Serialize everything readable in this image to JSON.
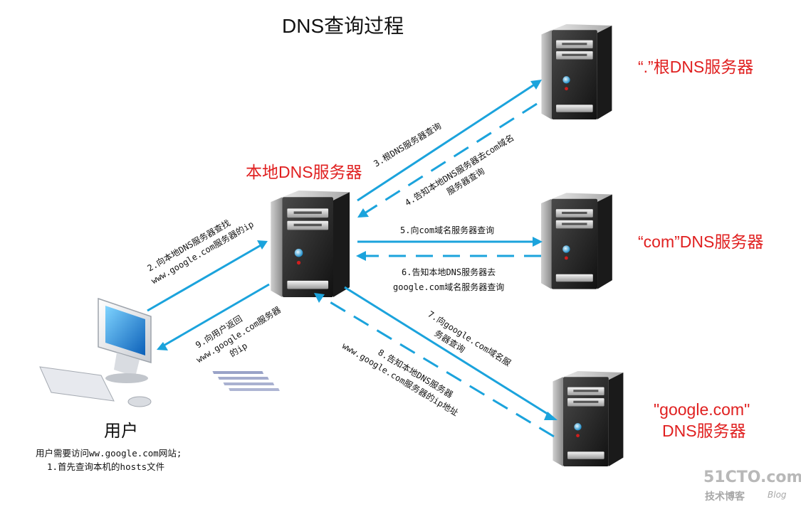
{
  "title": "DNS查询过程",
  "nodes": {
    "root": {
      "label": "“.”根DNS服务器"
    },
    "local": {
      "label": "本地DNS服务器"
    },
    "com": {
      "label": "“com”DNS服务器"
    },
    "google": {
      "label_line1": "\"google.com\"",
      "label_line2": "DNS服务器"
    },
    "user": {
      "label": "用户",
      "note_line1": "用户需要访问ww.google.com网站;",
      "note_line2": "1.首先查询本机的hosts文件"
    }
  },
  "steps": {
    "s2": {
      "line1": "2.向本地DNS服务器查找",
      "line2": "www.google.com服务器的ip"
    },
    "s3": {
      "line1": "3.根DNS服务器查询"
    },
    "s4": {
      "line1": "4.告知本地DNS服务器去com域名",
      "line2": "服务器查询"
    },
    "s5": {
      "line1": "5.向com域名服务器查询"
    },
    "s6": {
      "line1": "6.告知本地DNS服务器去",
      "line2": "google.com域名服务器查询"
    },
    "s7": {
      "line1": "7.向google.com域名服",
      "line2": "务器查询"
    },
    "s8": {
      "line1": "8.告知本地DNS服务器",
      "line2": "www.google.com服务器的ip地址"
    },
    "s9": {
      "line1": "9.向用户返回",
      "line2": "www.google.com服务器",
      "line3": "的ip"
    }
  },
  "watermark": {
    "brand": "51CTO.com",
    "sub": "技术博客",
    "tag": "Blog"
  },
  "colors": {
    "arrow": "#1ba3dc",
    "red_label": "#e02020"
  }
}
